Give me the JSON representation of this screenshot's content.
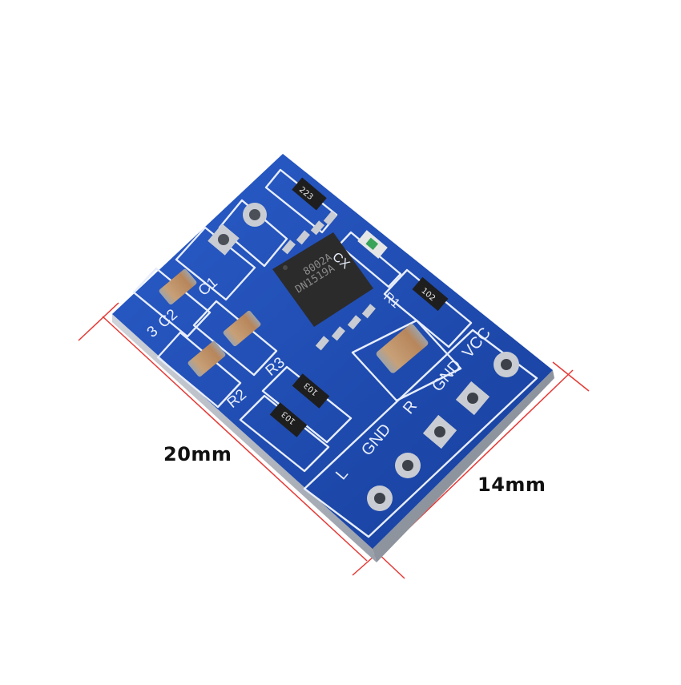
{
  "dimensions": {
    "length": "20mm",
    "width": "14mm"
  },
  "silkscreen": {
    "c2": "C2",
    "c1": "C1",
    "c3": "3",
    "r3": "R3",
    "r2": "R2",
    "pin_l": "L",
    "pin_gnd_left": "GND",
    "pin_r": "R",
    "pin_gnd_right": "GND",
    "pin_vcc": "VCC",
    "cx": "CX",
    "r1": "R1"
  },
  "markings": {
    "chip_line1": "8002A",
    "chip_line2": "DN1519A",
    "resistor_top": "223",
    "resistor_right": "102",
    "resistor_a": "103",
    "resistor_b": "103"
  },
  "colors": {
    "pcb": "#1f4fb5",
    "silk": "#e8eefc",
    "dimension_line": "#e53935",
    "pad": "#c9ccd2",
    "capacitor": "#b8865b",
    "ic": "#2b2b2b"
  }
}
